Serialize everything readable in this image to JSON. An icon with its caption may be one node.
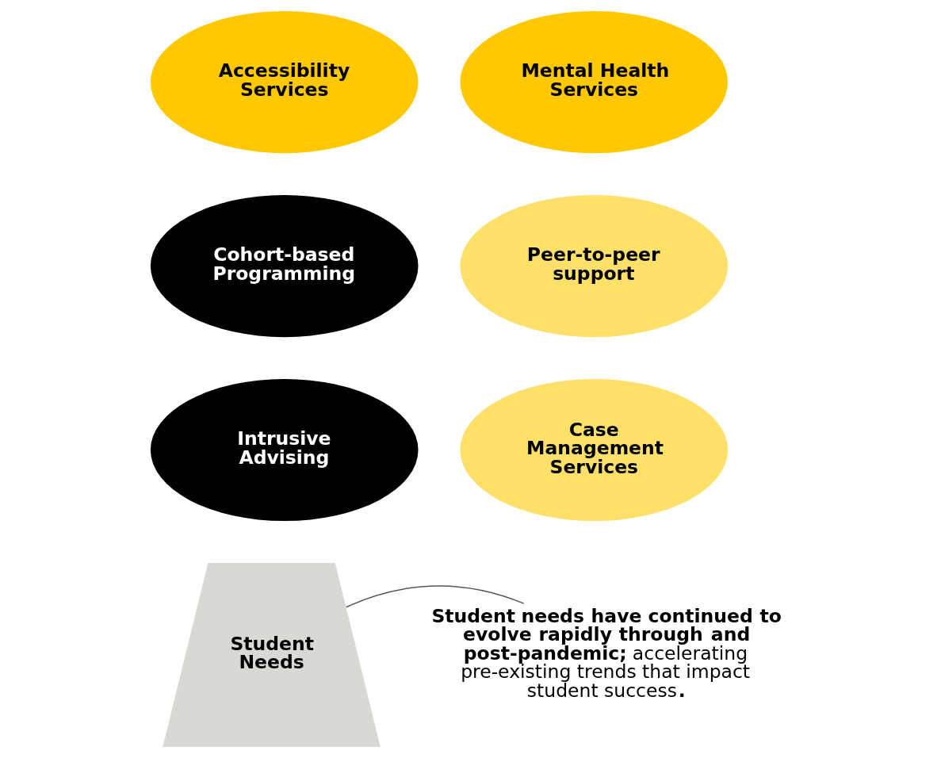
{
  "diagram": {
    "nodes": [
      {
        "text": [
          "Accessibility Services"
        ]
      },
      {
        "text": [
          "Mental Health Services"
        ]
      },
      {
        "text": [
          "Cohort-based Programming"
        ]
      },
      {
        "text": [
          "Peer-to-peer support"
        ]
      },
      {
        "text": [
          "Intrusive Advising"
        ]
      },
      {
        "text": [
          "Case Management Services"
        ]
      },
      {
        "text": [
          "Student Needs"
        ]
      },
      {
        "text": [
          "**Student needs have continued to evolve rapidly through and post-pandemic;** accelerating pre-existing trends that impact student success**.**"
        ]
      }
    ],
    "edges": [
      {
        "from": 7,
        "to": 6,
        "arrow": "none"
      }
    ]
  }
}
